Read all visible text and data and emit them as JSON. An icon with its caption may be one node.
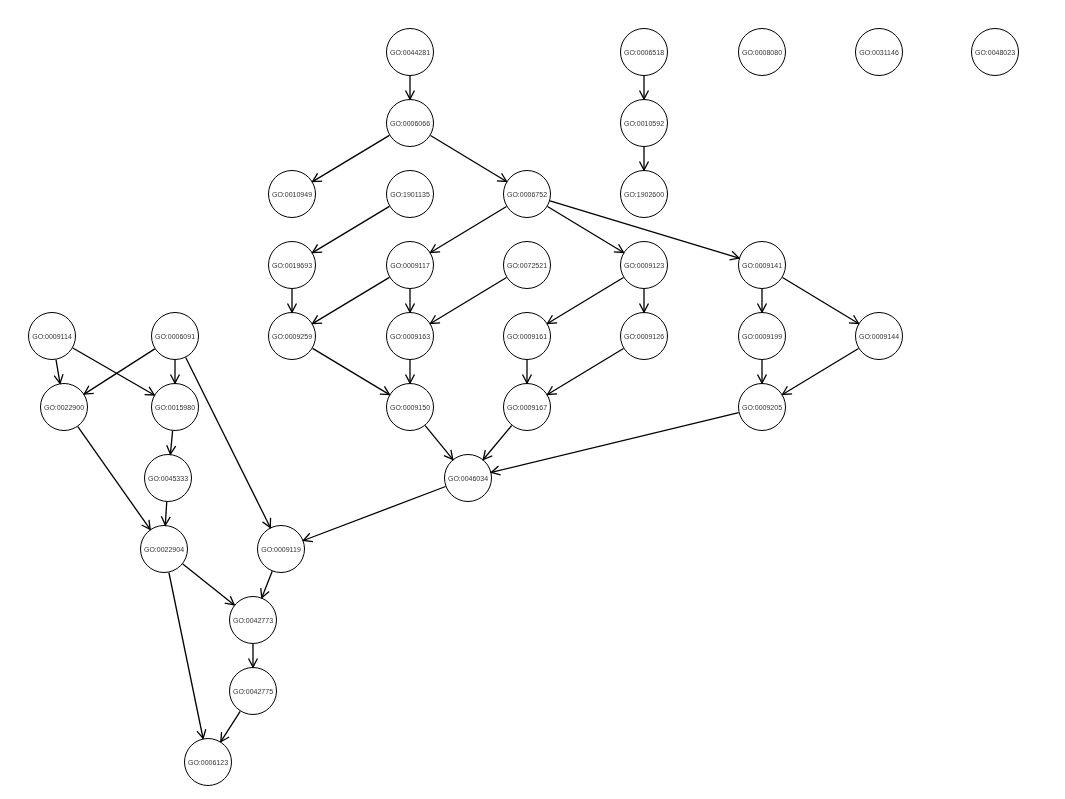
{
  "diagram": {
    "nodes": [
      {
        "text": [
          "GO:0044281"
        ]
      },
      {
        "text": [
          "GO:0006518"
        ]
      },
      {
        "text": [
          "GO:0008080"
        ]
      },
      {
        "text": [
          "GO:0031146"
        ]
      },
      {
        "text": [
          "GO:0048023"
        ]
      },
      {
        "text": [
          "GO:0006066"
        ]
      },
      {
        "text": [
          "GO:0010592"
        ]
      },
      {
        "text": [
          "GO:0010949"
        ]
      },
      {
        "text": [
          "GO:1901135"
        ]
      },
      {
        "text": [
          "GO:0006752"
        ]
      },
      {
        "text": [
          "GO:1902600"
        ]
      },
      {
        "text": [
          "GO:0019693"
        ]
      },
      {
        "text": [
          "GO:0009117"
        ]
      },
      {
        "text": [
          "GO:0072521"
        ]
      },
      {
        "text": [
          "GO:0009123"
        ]
      },
      {
        "text": [
          "GO:0009141"
        ]
      },
      {
        "text": [
          "GO:0009114"
        ]
      },
      {
        "text": [
          "GO:0006091"
        ]
      },
      {
        "text": [
          "GO:0009259"
        ]
      },
      {
        "text": [
          "GO:0009163"
        ]
      },
      {
        "text": [
          "GO:0009161"
        ]
      },
      {
        "text": [
          "GO:0009126"
        ]
      },
      {
        "text": [
          "GO:0009199"
        ]
      },
      {
        "text": [
          "GO:0009144"
        ]
      },
      {
        "text": [
          "GO:0022900"
        ]
      },
      {
        "text": [
          "GO:0015980"
        ]
      },
      {
        "text": [
          "GO:0009150"
        ]
      },
      {
        "text": [
          "GO:0009167"
        ]
      },
      {
        "text": [
          "GO:0009205"
        ]
      },
      {
        "text": [
          "GO:0045333"
        ]
      },
      {
        "text": [
          "GO:0046034"
        ]
      },
      {
        "text": [
          "GO:0022904"
        ]
      },
      {
        "text": [
          "GO:0009119"
        ]
      },
      {
        "text": [
          "GO:0042773"
        ]
      },
      {
        "text": [
          "GO:0042775"
        ]
      },
      {
        "text": [
          "GO:0006123"
        ]
      }
    ],
    "edges": [
      {
        "from": 0,
        "to": 5,
        "arrow": "to"
      },
      {
        "from": 1,
        "to": 6,
        "arrow": "to"
      },
      {
        "from": 6,
        "to": 10,
        "arrow": "to"
      },
      {
        "from": 5,
        "to": 7,
        "arrow": "to"
      },
      {
        "from": 5,
        "to": 9,
        "arrow": "to"
      },
      {
        "from": 8,
        "to": 11,
        "arrow": "to"
      },
      {
        "from": 9,
        "to": 12,
        "arrow": "to"
      },
      {
        "from": 9,
        "to": 14,
        "arrow": "to"
      },
      {
        "from": 9,
        "to": 15,
        "arrow": "to"
      },
      {
        "from": 11,
        "to": 18,
        "arrow": "to"
      },
      {
        "from": 12,
        "to": 18,
        "arrow": "to"
      },
      {
        "from": 12,
        "to": 19,
        "arrow": "to"
      },
      {
        "from": 13,
        "to": 19,
        "arrow": "to"
      },
      {
        "from": 14,
        "to": 20,
        "arrow": "to"
      },
      {
        "from": 14,
        "to": 21,
        "arrow": "to"
      },
      {
        "from": 15,
        "to": 22,
        "arrow": "to"
      },
      {
        "from": 15,
        "to": 23,
        "arrow": "to"
      },
      {
        "from": 16,
        "to": 24,
        "arrow": "to"
      },
      {
        "from": 16,
        "to": 25,
        "arrow": "to"
      },
      {
        "from": 17,
        "to": 24,
        "arrow": "to"
      },
      {
        "from": 17,
        "to": 25,
        "arrow": "to"
      },
      {
        "from": 17,
        "to": 32,
        "arrow": "to"
      },
      {
        "from": 18,
        "to": 26,
        "arrow": "to"
      },
      {
        "from": 19,
        "to": 26,
        "arrow": "to"
      },
      {
        "from": 20,
        "to": 27,
        "arrow": "to"
      },
      {
        "from": 21,
        "to": 27,
        "arrow": "to"
      },
      {
        "from": 22,
        "to": 28,
        "arrow": "to"
      },
      {
        "from": 23,
        "to": 28,
        "arrow": "to"
      },
      {
        "from": 25,
        "to": 29,
        "arrow": "to"
      },
      {
        "from": 24,
        "to": 31,
        "arrow": "to"
      },
      {
        "from": 29,
        "to": 31,
        "arrow": "to"
      },
      {
        "from": 26,
        "to": 30,
        "arrow": "to"
      },
      {
        "from": 27,
        "to": 30,
        "arrow": "to"
      },
      {
        "from": 28,
        "to": 30,
        "arrow": "to"
      },
      {
        "from": 30,
        "to": 32,
        "arrow": "to"
      },
      {
        "from": 31,
        "to": 33,
        "arrow": "to"
      },
      {
        "from": 32,
        "to": 33,
        "arrow": "to"
      },
      {
        "from": 33,
        "to": 34,
        "arrow": "to"
      },
      {
        "from": 31,
        "to": 35,
        "arrow": "to"
      },
      {
        "from": 34,
        "to": 35,
        "arrow": "to"
      }
    ]
  }
}
